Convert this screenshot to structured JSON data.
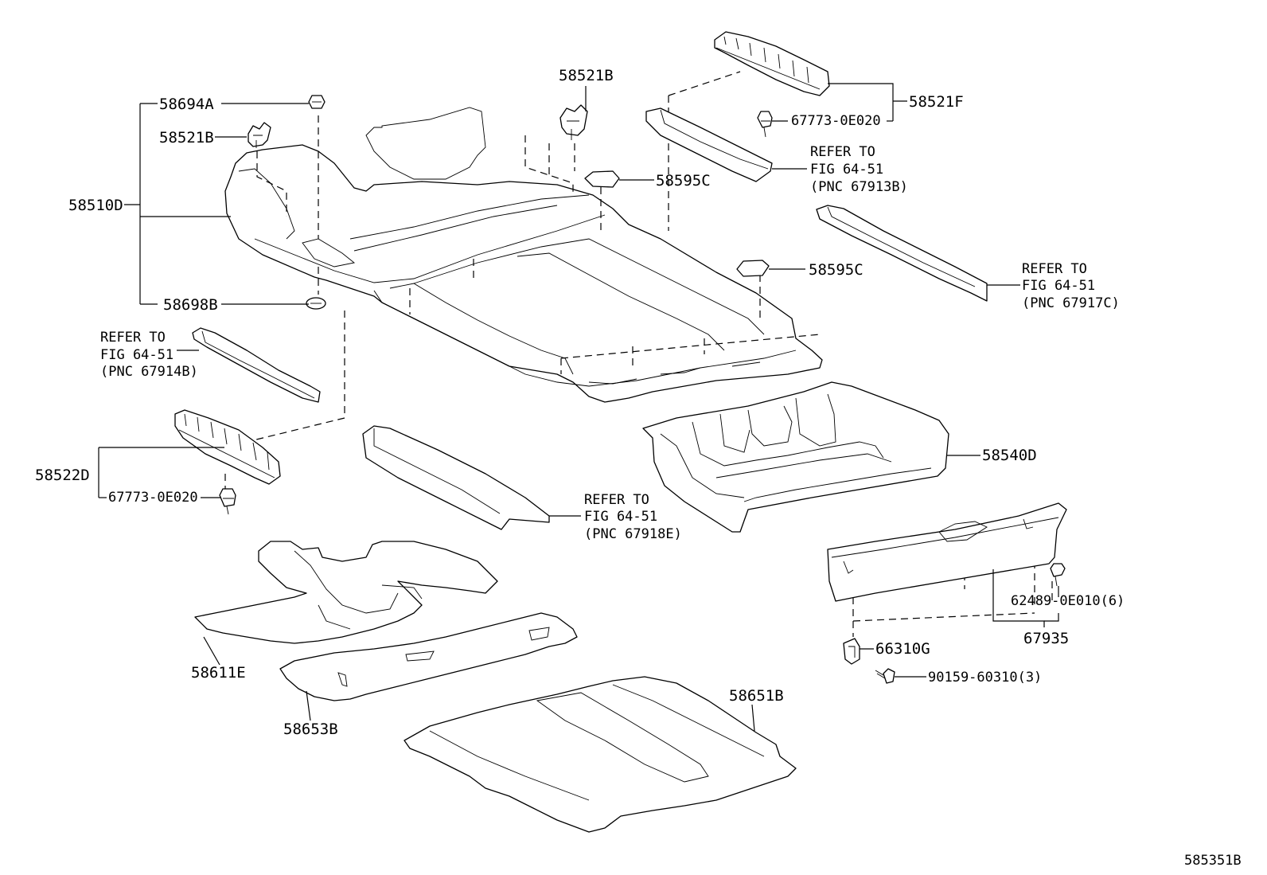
{
  "diagram_id": "585351B",
  "labels": {
    "p58694A": "58694A",
    "p58521B_left": "58521B",
    "p58510D": "58510D",
    "p58698B": "58698B",
    "p58521B_top": "58521B",
    "p58595C_top": "58595C",
    "p58595C_mid": "58595C",
    "p58521F": "58521F",
    "p67773_top": "67773-0E020",
    "p58522D": "58522D",
    "p67773_left": "67773-0E020",
    "p58540D": "58540D",
    "p62489": "62489-0E010(6)",
    "p67935": "67935",
    "p66310G": "66310G",
    "p90159": "90159-60310(3)",
    "p58611E": "58611E",
    "p58653B": "58653B",
    "p58651B": "58651B"
  },
  "references": [
    {
      "line1": "REFER TO",
      "line2": "FIG 64-51",
      "line3": "(PNC 67913B)"
    },
    {
      "line1": "REFER TO",
      "line2": "FIG 64-51",
      "line3": "(PNC 67917C)"
    },
    {
      "line1": "REFER TO",
      "line2": "FIG 64-51",
      "line3": "(PNC 67914B)"
    },
    {
      "line1": "REFER TO",
      "line2": "FIG 64-51",
      "line3": "(PNC 67918E)"
    }
  ]
}
